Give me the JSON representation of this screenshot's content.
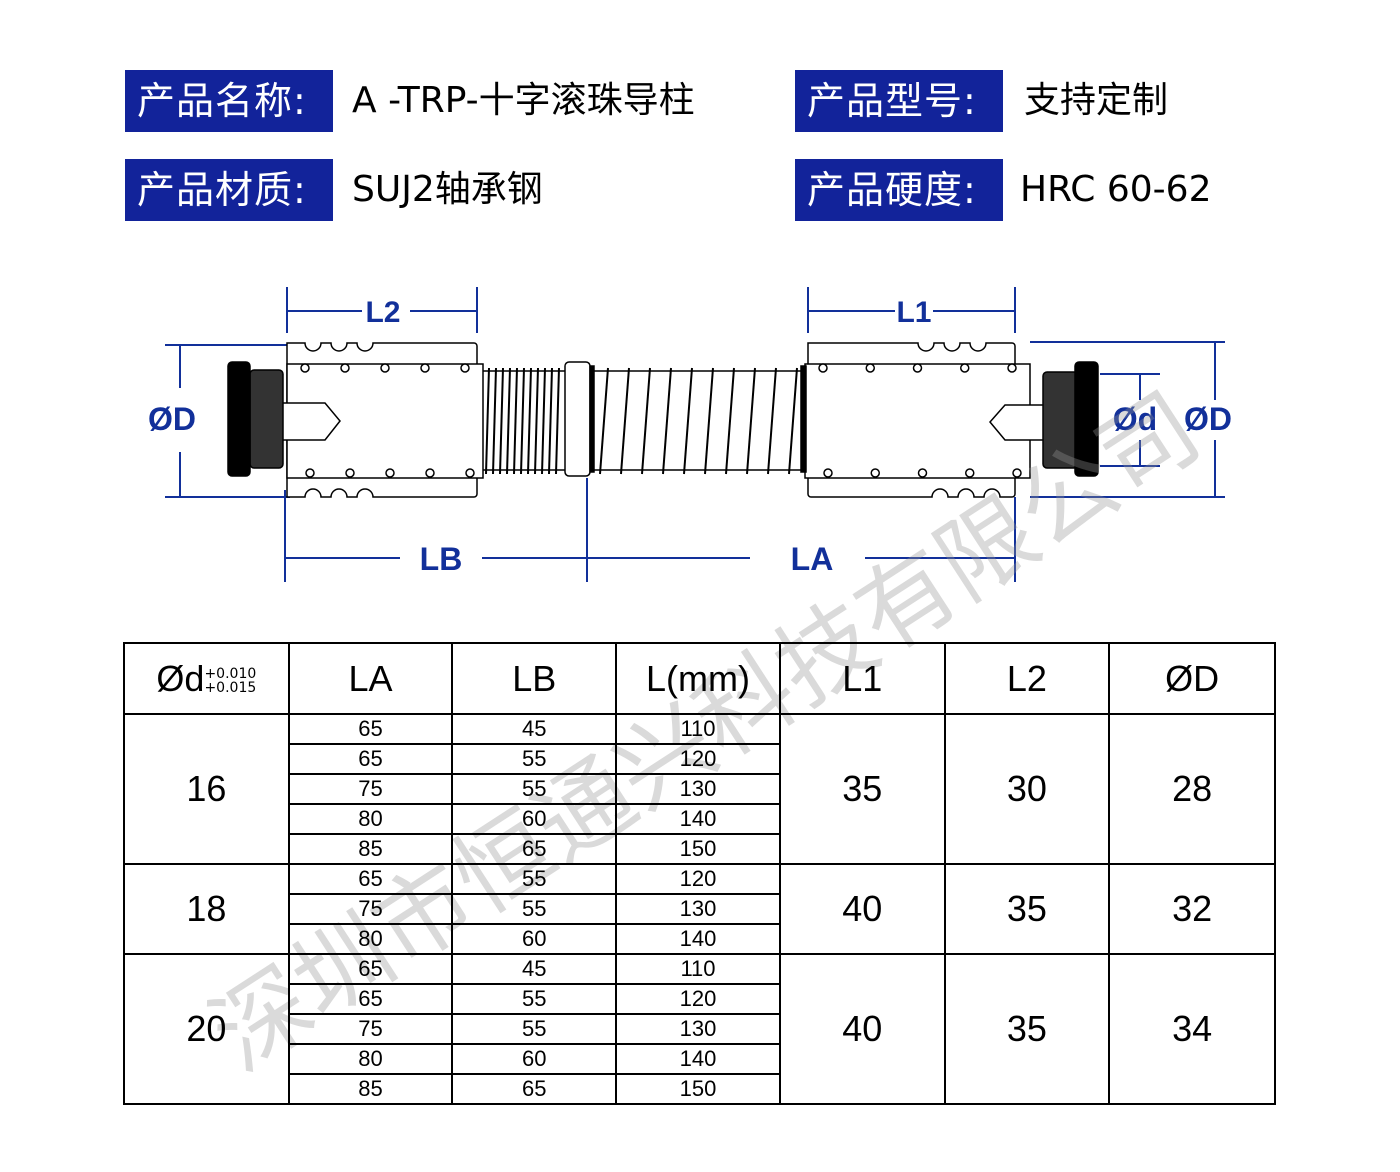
{
  "header": {
    "name_label": "产品名称:",
    "name_value": "A -TRP-十字滚珠导柱",
    "model_label": "产品型号:",
    "model_value": "支持定制",
    "material_label": "产品材质:",
    "material_value": "SUJ2轴承钢",
    "hardness_label": "产品硬度:",
    "hardness_value": "HRC 60-62"
  },
  "diagram": {
    "l2": "L2",
    "l1": "L1",
    "od_left": "ØD",
    "od_right": "ØD",
    "d_small": "Ød",
    "lb": "LB",
    "la": "LA"
  },
  "table": {
    "headers": {
      "d": "Ød",
      "d_tol_upper": "+0.010",
      "d_tol_lower": "+0.015",
      "la": "LA",
      "lb": "LB",
      "l": "L(mm)",
      "l1": "L1",
      "l2": "L2",
      "od": "ØD"
    },
    "groups": [
      {
        "d": "16",
        "l1": "35",
        "l2": "30",
        "od": "28",
        "rows": [
          [
            "65",
            "45",
            "110"
          ],
          [
            "65",
            "55",
            "120"
          ],
          [
            "75",
            "55",
            "130"
          ],
          [
            "80",
            "60",
            "140"
          ],
          [
            "85",
            "65",
            "150"
          ]
        ]
      },
      {
        "d": "18",
        "l1": "40",
        "l2": "35",
        "od": "32",
        "rows": [
          [
            "65",
            "55",
            "120"
          ],
          [
            "75",
            "55",
            "130"
          ],
          [
            "80",
            "60",
            "140"
          ]
        ]
      },
      {
        "d": "20",
        "l1": "40",
        "l2": "35",
        "od": "34",
        "rows": [
          [
            "65",
            "45",
            "110"
          ],
          [
            "65",
            "55",
            "120"
          ],
          [
            "75",
            "55",
            "130"
          ],
          [
            "80",
            "60",
            "140"
          ],
          [
            "85",
            "65",
            "150"
          ]
        ]
      }
    ]
  },
  "watermark": "深圳市恒通兴科技有限公司",
  "colors": {
    "brand_blue": "#12239a",
    "dimension_blue": "#12309a"
  }
}
